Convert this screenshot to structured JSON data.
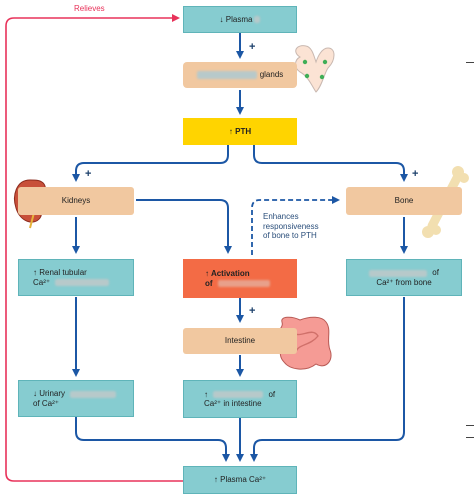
{
  "relieves_label": "Relieves",
  "nodes": {
    "plasma_top": {
      "prefix": "↓",
      "text": "Plasma"
    },
    "glands": {
      "text": "glands"
    },
    "pth": {
      "prefix": "↑",
      "text": "PTH"
    },
    "kidneys": {
      "text": "Kidneys"
    },
    "bone": {
      "text": "Bone"
    },
    "renal": {
      "prefix": "↑",
      "line1": "Renal tubular",
      "line2": "Ca²⁺"
    },
    "activation": {
      "prefix": "↑",
      "line1": "Activation",
      "line2": "of"
    },
    "bone_release": {
      "line1": "of",
      "line2": "Ca²⁺ from bone"
    },
    "intestine": {
      "text": "Intestine"
    },
    "urinary": {
      "prefix": "↓",
      "line1": "Urinary",
      "line2": "of Ca²⁺"
    },
    "intestinal_abs": {
      "prefix": "↑",
      "line1": "of",
      "line2": "Ca²⁺ in intestine"
    },
    "plasma_bottom": {
      "prefix": "↑",
      "text": "Plasma Ca²⁺"
    }
  },
  "annotation": {
    "line1": "Enhances",
    "line2": "responsiveness",
    "line3": "of bone to PTH"
  },
  "signs": {
    "s1": "+",
    "s2": "+",
    "s3": "+",
    "s4": "+",
    "s5": "+"
  },
  "colors": {
    "arrow": "#1c57a5",
    "feedback": "#e8325a",
    "teal": "#86ccd0",
    "tan": "#f1c8a0",
    "pth": "#ffd400",
    "activation": "#f36b45"
  }
}
